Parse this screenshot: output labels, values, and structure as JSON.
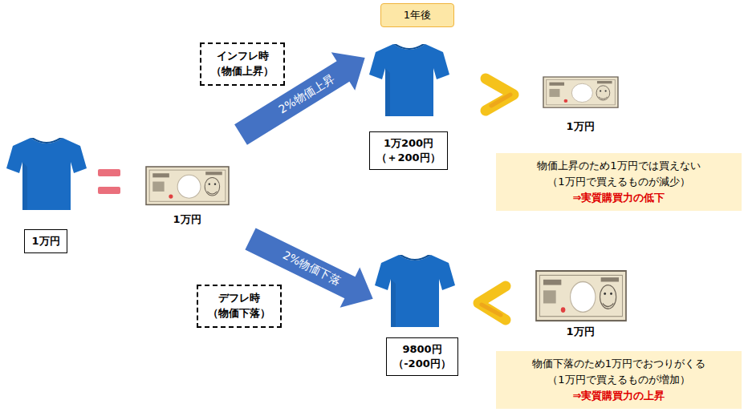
{
  "diagram": {
    "nodes": [
      {
        "text": [
          "1万円"
        ]
      },
      {
        "text": [
          "1年後"
        ]
      },
      {
        "text": [
          "インフレ時",
          "（物価上昇）"
        ]
      },
      {
        "text": [
          "1万200円",
          "（＋200円）"
        ]
      },
      {
        "text": [
          "物価上昇のため1万円では買えない",
          "（1万円で買えるものが減少）",
          "⇒実質購買力の低下"
        ]
      },
      {
        "text": [
          "デフレ時",
          "（物価下落）"
        ]
      },
      {
        "text": [
          "9800円",
          "（-200円）"
        ]
      },
      {
        "text": [
          "物価下落のため1万円でおつりがくる",
          "（1万円で買えるものが増加）",
          "⇒実質購買力の上昇"
        ]
      }
    ],
    "labels": [
      "1万円",
      "2%物価上昇",
      "1万円",
      "2%物価下落",
      "1万円"
    ]
  }
}
